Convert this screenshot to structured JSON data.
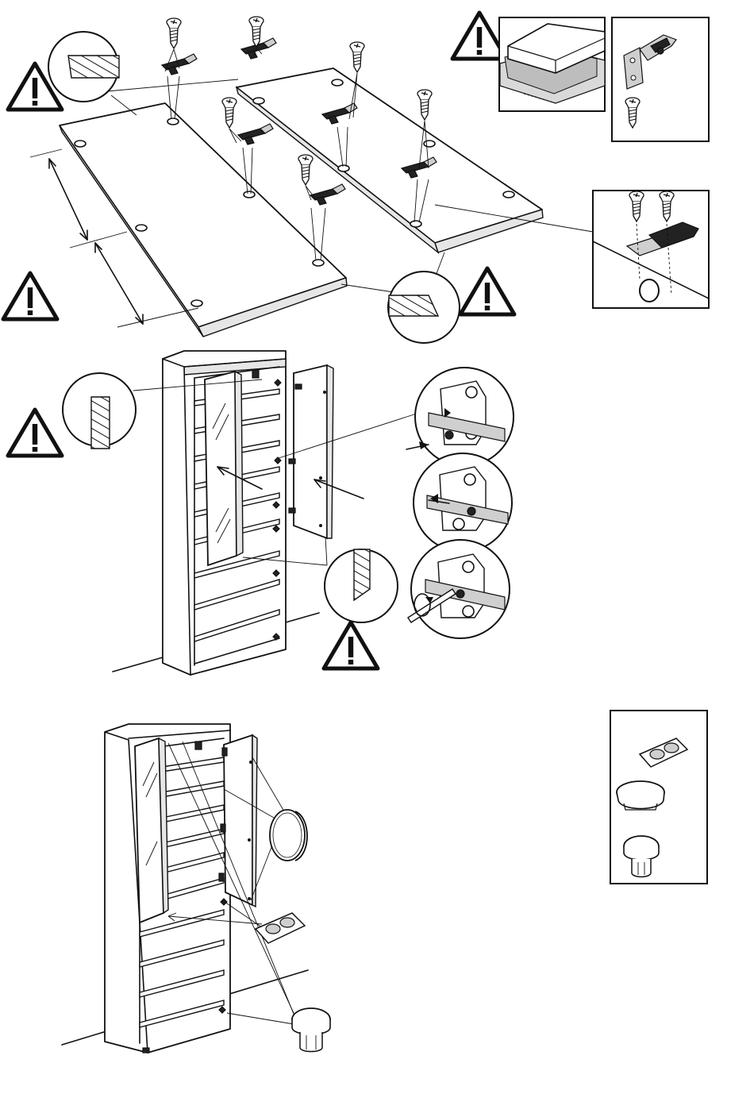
{
  "document": {
    "type": "furniture assembly instructions",
    "steps": [
      {
        "id": "hinge-mounting",
        "warnings": 4,
        "callouts": [
          "edge-detail-left",
          "edge-detail-right",
          "protective-cloth",
          "hinge-and-screw",
          "hinge-screw-detail"
        ]
      },
      {
        "id": "door-hanging",
        "warnings": 2,
        "callouts": [
          "door-edge-detail-top",
          "door-edge-detail-bottom",
          "hinge-adjust-1",
          "hinge-adjust-2",
          "hinge-adjust-3"
        ]
      },
      {
        "id": "accessories",
        "warnings": 0,
        "callouts": [
          "door-knob",
          "bumper-pads",
          "shelf-support-plug",
          "parts-box"
        ]
      }
    ]
  },
  "icons": {
    "warning": "warning-triangle-icon",
    "screw": "screw-icon",
    "hinge": "hinge-icon",
    "screwdriver": "screwdriver-icon",
    "arrow": "arrow-icon"
  },
  "colors": {
    "line": "#111111",
    "background": "#ffffff",
    "hatch": "#111111"
  }
}
